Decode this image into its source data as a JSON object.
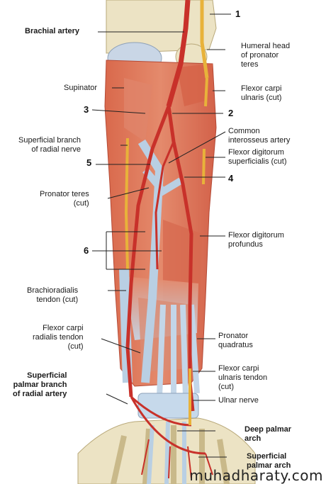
{
  "labels": {
    "brachial_artery": "Brachial artery",
    "humeral_head": "Humeral head\nof pronator\nteres",
    "supinator": "Supinator",
    "fcu_cut": "Flexor carpi\nulnaris (cut)",
    "common_interosseus": "Common\ninterosseus artery",
    "superficial_branch_radial_nerve": "Superficial branch\nof radial nerve",
    "fds_cut": "Flexor digitorum\nsuperficialis (cut)",
    "pronator_teres_cut": "Pronator teres\n(cut)",
    "fdp": "Flexor digitorum\nprofundus",
    "brachioradialis_tendon": "Brachioradialis\ntendon (cut)",
    "pronator_quadratus": "Pronator\nquadratus",
    "fcr_tendon": "Flexor carpi\nradialis tendon\n(cut)",
    "fcu_tendon": "Flexor carpi\nulnaris tendon\n(cut)",
    "superficial_palmar_branch": "Superficial\npalmar branch\nof radial artery",
    "ulnar_nerve": "Ulnar nerve",
    "deep_palmar_arch": "Deep palmar\narch",
    "superficial_palmar_arch": "Superficial\npalmar arch"
  },
  "numbers": {
    "n1": "1",
    "n2": "2",
    "n3": "3",
    "n4": "4",
    "n5": "5",
    "n6": "6"
  },
  "watermark": "muhadharaty.com",
  "colors": {
    "muscle": "#dd7a5e",
    "muscle_dark": "#c75a42",
    "tendon": "#b9cfe3",
    "bone": "#ece3c4",
    "artery": "#c8312a",
    "nerve": "#e8b23a"
  }
}
